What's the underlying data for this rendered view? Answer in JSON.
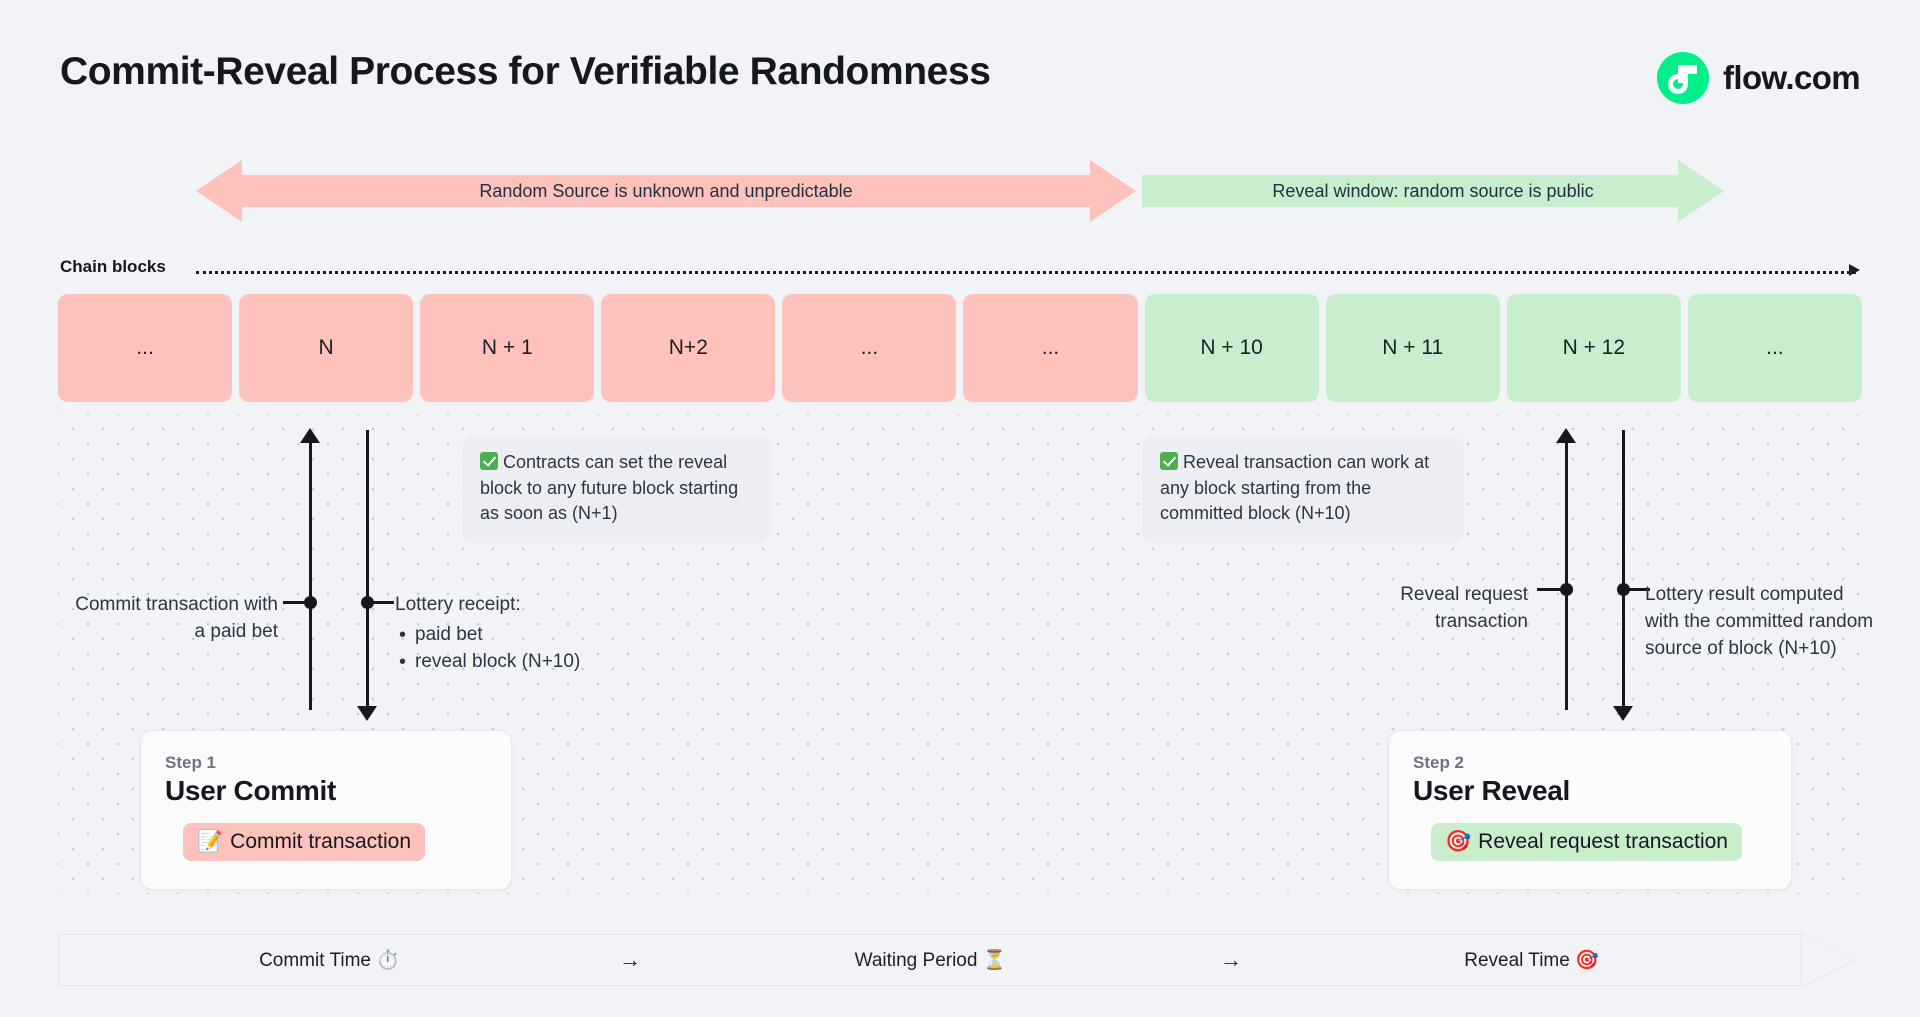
{
  "header": {
    "title": "Commit-Reveal Process for Verifiable Randomness",
    "logo_text": "flow.com",
    "logo_color": "#00ef8b"
  },
  "banners": {
    "unpredictable": "Random Source is unknown and unpredictable",
    "reveal_window": "Reveal window: random source is public",
    "pink_color": "#fcc2bb",
    "green_color": "#c8eecd"
  },
  "chain": {
    "label": "Chain blocks",
    "blocks": [
      {
        "label": "...",
        "state": "pink"
      },
      {
        "label": "N",
        "state": "pink"
      },
      {
        "label": "N + 1",
        "state": "pink"
      },
      {
        "label": "N+2",
        "state": "pink"
      },
      {
        "label": "...",
        "state": "pink"
      },
      {
        "label": "...",
        "state": "pink"
      },
      {
        "label": "N + 10",
        "state": "green"
      },
      {
        "label": "N + 11",
        "state": "green"
      },
      {
        "label": "N + 12",
        "state": "green"
      },
      {
        "label": "...",
        "state": "green"
      }
    ]
  },
  "callouts": {
    "contracts": "Contracts can set the reveal block to any future block starting as soon as (N+1)",
    "reveal": "Reveal transaction can work at any block starting from the committed block (N+10)",
    "icon": "check-mark-button"
  },
  "annotations": {
    "commit": "Commit transaction with a paid bet",
    "receipt_title": "Lottery receipt:",
    "receipt_items": [
      "paid bet",
      "reveal block (N+10)"
    ],
    "reveal_request": "Reveal request transaction",
    "lottery_result": "Lottery result computed with the committed random source of block (N+10)"
  },
  "steps": [
    {
      "eyebrow": "Step 1",
      "title": "User Commit",
      "chip_label": "Commit transaction",
      "chip_emoji": "📝",
      "chip_color": "#fcc2bb"
    },
    {
      "eyebrow": "Step 2",
      "title": "User Reveal",
      "chip_label": "Reveal request transaction",
      "chip_emoji": "🎯",
      "chip_color": "#c8eecd"
    }
  ],
  "timeline": {
    "segments": [
      {
        "label": "Commit Time",
        "emoji": "⏱️"
      },
      {
        "label": "Waiting Period",
        "emoji": "⏳"
      },
      {
        "label": "Reveal Time",
        "emoji": "🎯"
      }
    ],
    "separator": "→"
  }
}
